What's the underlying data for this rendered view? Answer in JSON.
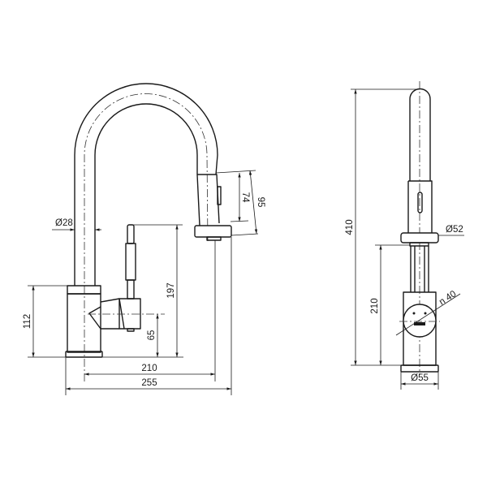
{
  "drawing": {
    "title": "Pull-out kitchen faucet dimension drawing",
    "side_view": {
      "dimensions": {
        "pipe_diameter": "Ø28",
        "body_height": "112",
        "handle_axis_height": "65",
        "handle_top_height": "197",
        "head_length_inner": "74",
        "head_length_outer": "95",
        "spout_reach": "210",
        "overall_depth": "255"
      }
    },
    "front_view": {
      "dimensions": {
        "overall_height": "410",
        "outlet_height": "210",
        "head_flange_diameter": "Ø52",
        "base_diameter": "Ø55",
        "handle_diameter": "n 40"
      }
    },
    "colors": {
      "line": "#1a1a1a",
      "background": "#ffffff"
    }
  }
}
